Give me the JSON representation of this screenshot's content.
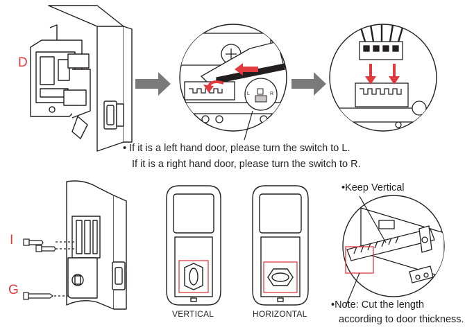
{
  "step_labels": {
    "d": "D",
    "i": "I",
    "g": "G"
  },
  "instructions": {
    "bullet": "•",
    "left_hand": "If it is a left hand door, please turn the switch to L.",
    "right_hand": "If it is a right hand door, please turn the switch to R."
  },
  "switch_labels": {
    "left": "L",
    "right": "R"
  },
  "captions": {
    "vertical": "VERTICAL",
    "horizontal": "HORIZONTAL"
  },
  "tailpiece_notes": {
    "keep_vertical": "•Keep Vertical",
    "cut_note_line1": "•Note: Cut the length",
    "cut_note_line2": "according to door thickness."
  },
  "colors": {
    "accent_red": "#e03a3e",
    "arrow_gray": "#7a7a7a",
    "line": "#231f20"
  }
}
